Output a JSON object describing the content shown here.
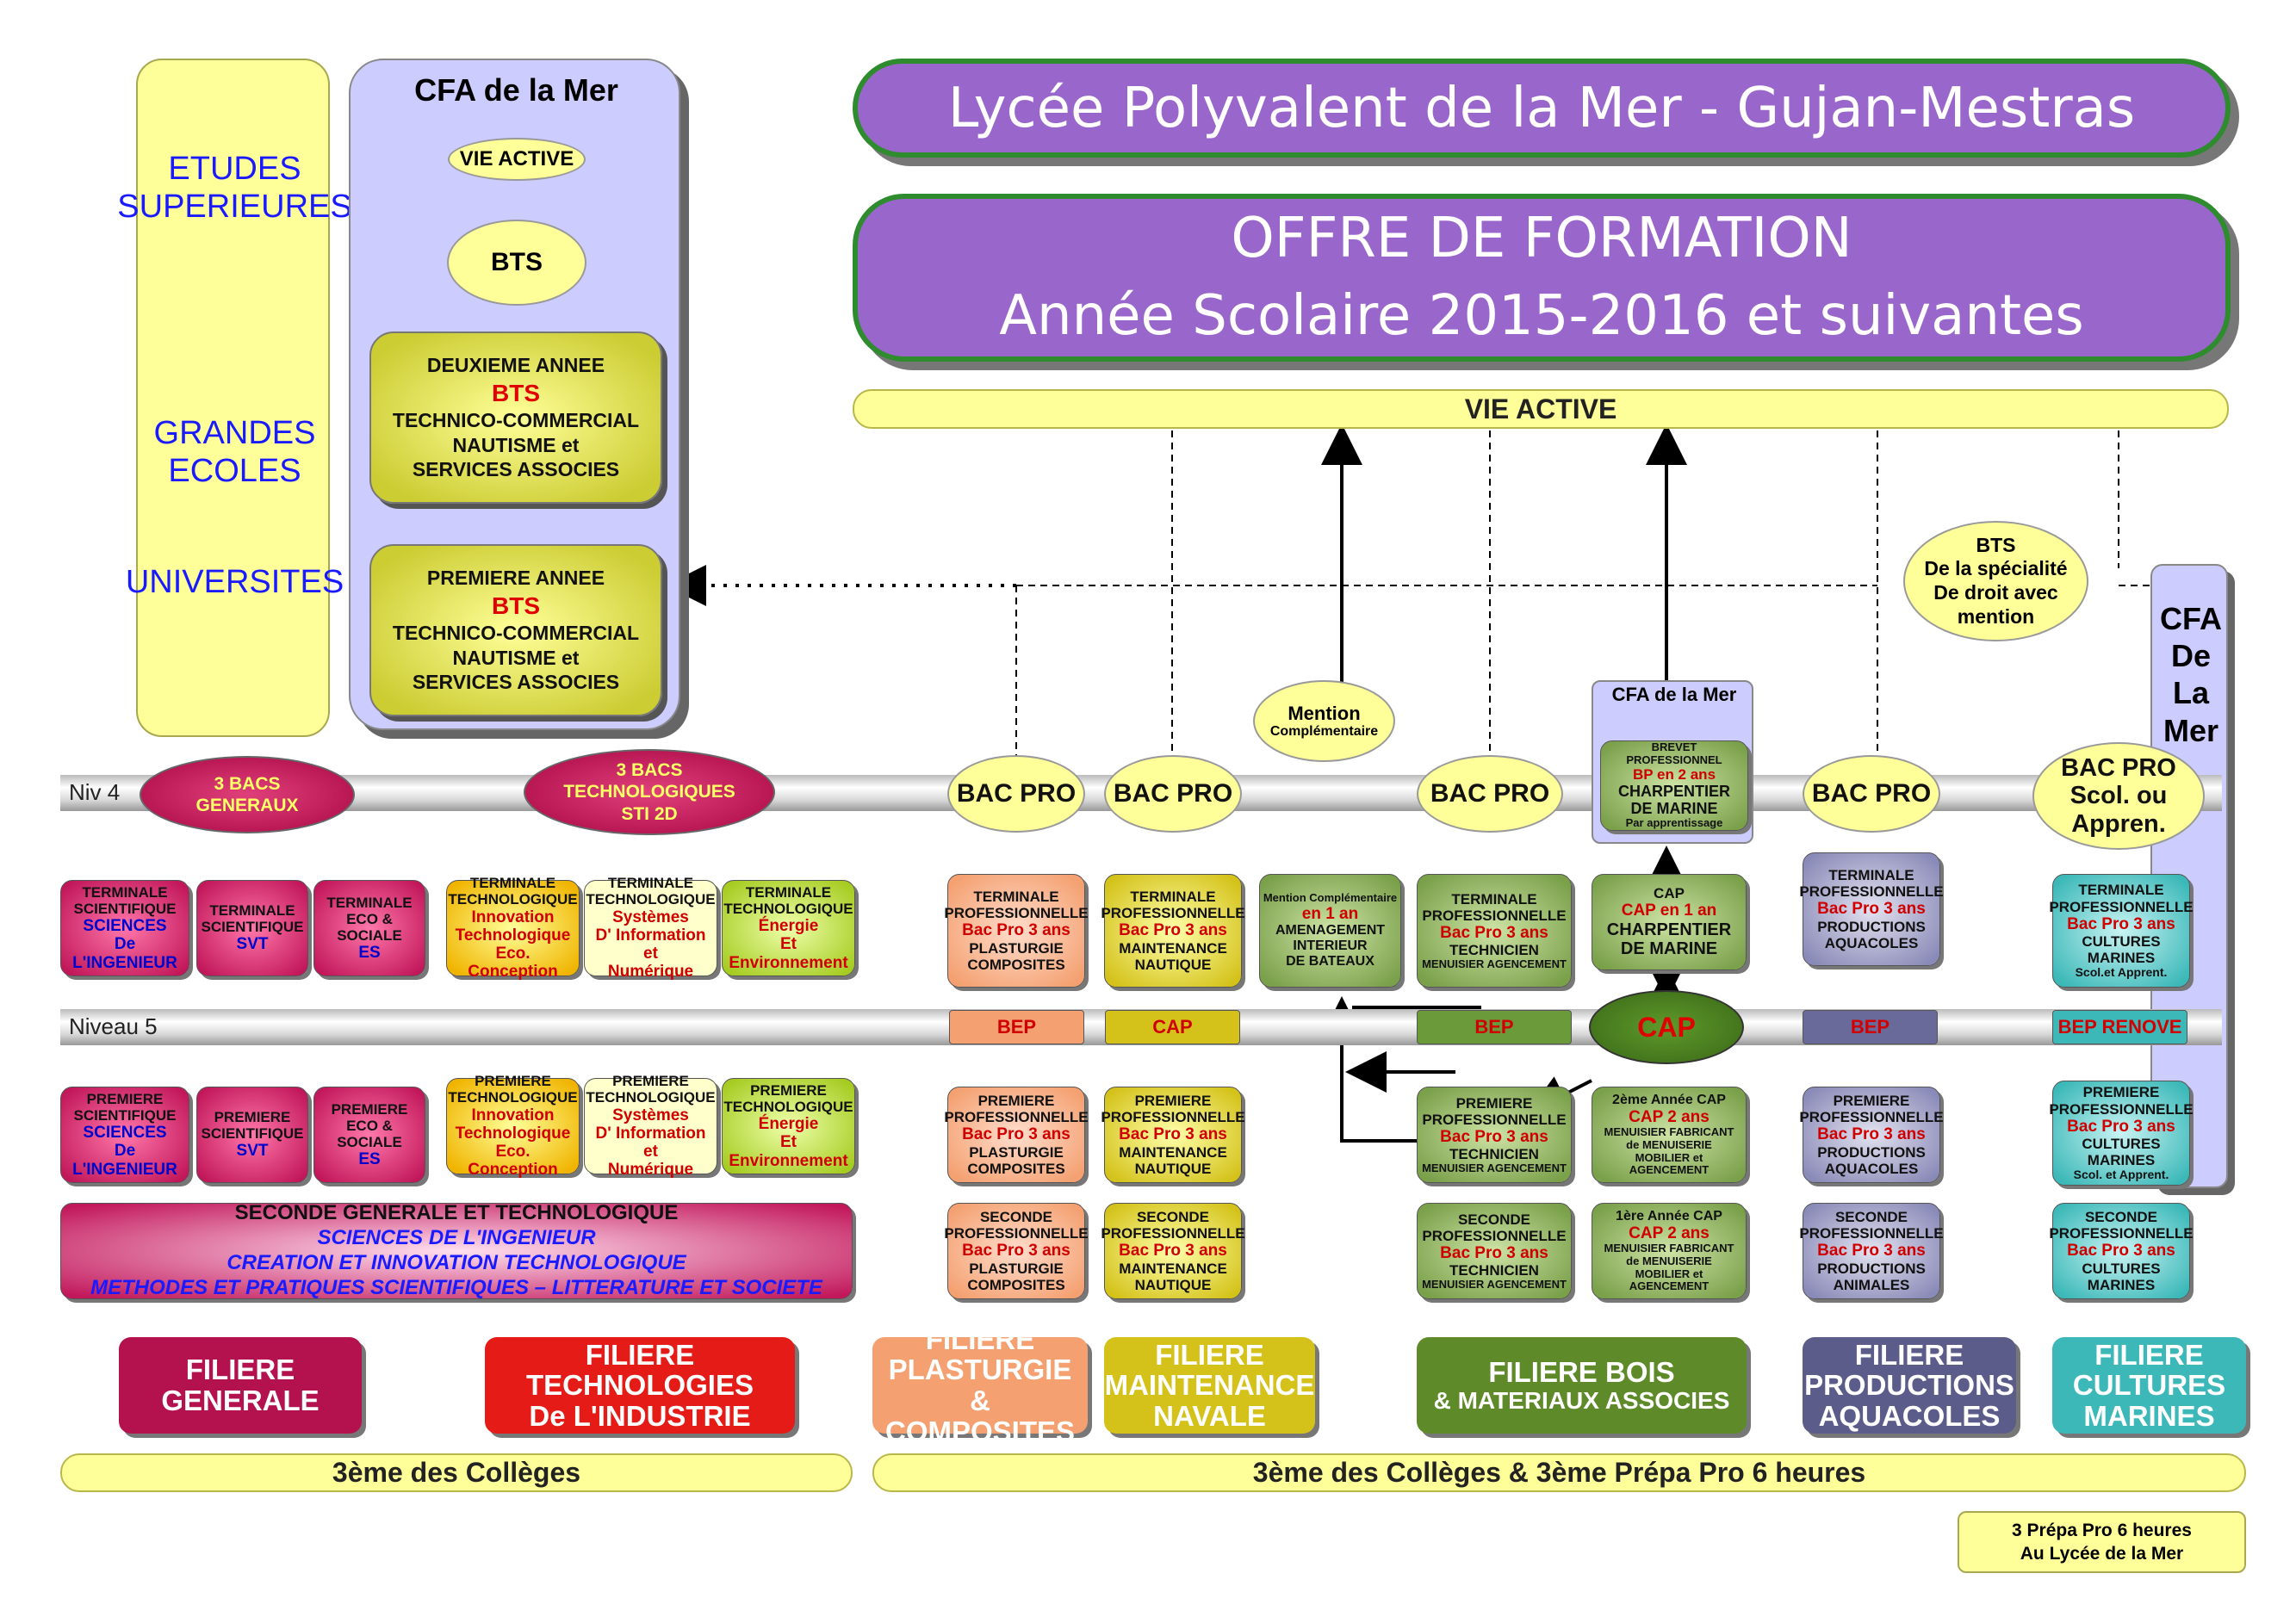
{
  "header": {
    "title": "Lycée Polyvalent de la Mer - Gujan-Mestras",
    "subtitle_line1": "OFFRE DE FORMATION",
    "subtitle_line2": "Année Scolaire 2015-2016 et suivantes"
  },
  "vie_active_top": "VIE ACTIVE",
  "left_column": {
    "etudes": [
      "ETUDES",
      "SUPERIEURES"
    ],
    "grandes": [
      "GRANDES",
      "ECOLES"
    ],
    "universites": "UNIVERSITES"
  },
  "cfa_left": {
    "title": "CFA de la Mer",
    "vie_active": "VIE ACTIVE",
    "bts": "BTS",
    "deuxieme": {
      "line1": "DEUXIEME ANNEE",
      "bts": "BTS",
      "line3": "TECHNICO-COMMERCIAL",
      "line4": "NAUTISME  et",
      "line5": "SERVICES ASSOCIES"
    },
    "premiere": {
      "line1": "PREMIERE ANNEE",
      "bts": "BTS",
      "line3": "TECHNICO-COMMERCIAL",
      "line4": "NAUTISME  et",
      "line5": "SERVICES ASSOCIES"
    }
  },
  "bts_specialite": [
    "BTS",
    "De la spécialité",
    "De droit avec",
    "mention"
  ],
  "cfa_right": [
    "CFA",
    "De",
    "La",
    "Mer"
  ],
  "mention": {
    "line1": "Mention",
    "line2": "Complémentaire"
  },
  "cfa_mid": {
    "title": "CFA de la Mer",
    "line1": "BREVET PROFESSIONNEL",
    "line2": "BP en 2 ans",
    "line3": "CHARPENTIER",
    "line4": "DE MARINE",
    "line5": "Par apprentissage"
  },
  "niv4": {
    "label": "Niv 4",
    "bacs_generaux": [
      "3 BACS",
      "GENERAUX"
    ],
    "bacs_techno": [
      "3 BACS",
      "TECHNOLOGIQUES",
      "STI 2D"
    ],
    "bac_pro": "BAC PRO",
    "bac_pro_scol": [
      "BAC PRO",
      "Scol. ou",
      "Appren."
    ]
  },
  "niv5": {
    "label": "Niveau 5",
    "bep": "BEP",
    "cap": "CAP",
    "bep_renove": "BEP RENOVE"
  },
  "terminales_gen": [
    {
      "l1": "TERMINALE",
      "l2": "SCIENTIFIQUE",
      "l3": "SCIENCES",
      "l4": "De",
      "l5": "L'INGENIEUR"
    },
    {
      "l1": "TERMINALE",
      "l2": "SCIENTIFIQUE",
      "l3": "SVT"
    },
    {
      "l1": "TERMINALE",
      "l2": "ECO & SOCIALE",
      "l3": "ES"
    }
  ],
  "terminales_tech": [
    {
      "l1": "TERMINALE",
      "l2": "TECHNOLOGIQUE",
      "l3": "Innovation",
      "l4": "Technologique",
      "l5": "Eco. Conception"
    },
    {
      "l1": "TERMINALE",
      "l2": "TECHNOLOGIQUE",
      "l3": "Systèmes",
      "l4": "D' Information et",
      "l5": "Numérique"
    },
    {
      "l1": "TERMINALE",
      "l2": "TECHNOLOGIQUE",
      "l3": "Énergie",
      "l4": "Et",
      "l5": "Environnement"
    }
  ],
  "premieres_gen": [
    {
      "l1": "PREMIERE",
      "l2": "SCIENTIFIQUE",
      "l3": "SCIENCES",
      "l4": "De",
      "l5": "L'INGENIEUR"
    },
    {
      "l1": "PREMIERE",
      "l2": "SCIENTIFIQUE",
      "l3": "SVT"
    },
    {
      "l1": "PREMIERE",
      "l2": "ECO & SOCIALE",
      "l3": "ES"
    }
  ],
  "premieres_tech": [
    {
      "l1": "PREMIERE",
      "l2": "TECHNOLOGIQUE",
      "l3": "Innovation",
      "l4": "Technologique",
      "l5": "Eco. Conception"
    },
    {
      "l1": "PREMIERE",
      "l2": "TECHNOLOGIQUE",
      "l3": "Systèmes",
      "l4": "D' Information et",
      "l5": "Numérique"
    },
    {
      "l1": "PREMIERE",
      "l2": "TECHNOLOGIQUE",
      "l3": "Énergie",
      "l4": "Et",
      "l5": "Environnement"
    }
  ],
  "seconde_gt": {
    "l1": "SECONDE GENERALE ET TECHNOLOGIQUE",
    "l2": "SCIENCES DE L'INGENIEUR",
    "l3": "CREATION ET INNOVATION TECHNOLOGIQUE",
    "l4": "METHODES ET PRATIQUES SCIENTIFIQUES – LITTERATURE ET SOCIETE"
  },
  "pro": {
    "plasturgie": {
      "term": [
        "TERMINALE",
        "PROFESSIONNELLE",
        "Bac Pro 3 ans",
        "PLASTURGIE",
        "COMPOSITES"
      ],
      "prem": [
        "PREMIERE",
        "PROFESSIONNELLE",
        "Bac Pro 3 ans",
        "PLASTURGIE",
        "COMPOSITES"
      ],
      "sec": [
        "SECONDE",
        "PROFESSIONNELLE",
        "Bac Pro 3 ans",
        "PLASTURGIE",
        "COMPOSITES"
      ]
    },
    "maintenance": {
      "term": [
        "TERMINALE",
        "PROFESSIONNELLE",
        "Bac Pro 3 ans",
        "MAINTENANCE",
        "NAUTIQUE"
      ],
      "prem": [
        "PREMIERE",
        "PROFESSIONNELLE",
        "Bac Pro 3 ans",
        "MAINTENANCE",
        "NAUTIQUE"
      ],
      "sec": [
        "SECONDE",
        "PROFESSIONNELLE",
        "Bac Pro 3 ans",
        "MAINTENANCE",
        "NAUTIQUE"
      ]
    },
    "mention_comp": [
      "Mention Complémentaire",
      "en 1 an",
      "AMENAGEMENT",
      "INTERIEUR",
      "DE BATEAUX"
    ],
    "bois": {
      "term": [
        "TERMINALE",
        "PROFESSIONNELLE",
        "Bac Pro 3 ans",
        "TECHNICIEN",
        "MENUISIER AGENCEMENT"
      ],
      "prem": [
        "PREMIERE",
        "PROFESSIONNELLE",
        "Bac Pro 3 ans",
        "TECHNICIEN",
        "MENUISIER AGENCEMENT"
      ],
      "sec": [
        "SECONDE",
        "PROFESSIONNELLE",
        "Bac Pro 3 ans",
        "TECHNICIEN",
        "MENUISIER AGENCEMENT"
      ]
    },
    "cap_charp": [
      "CAP",
      "CAP en 1 an",
      "CHARPENTIER",
      "DE MARINE"
    ],
    "cap2": [
      "2ème Année CAP",
      "CAP 2 ans",
      "MENUISIER FABRICANT",
      "de MENUISERIE",
      "MOBILIER et AGENCEMENT"
    ],
    "cap1": [
      "1ère Année CAP",
      "CAP 2 ans",
      "MENUISIER FABRICANT",
      "de MENUISERIE",
      "MOBILIER et AGENCEMENT"
    ],
    "aquacoles": {
      "term": [
        "TERMINALE",
        "PROFESSIONNELLE",
        "Bac Pro 3 ans",
        "PRODUCTIONS",
        "AQUACOLES"
      ],
      "prem": [
        "PREMIERE",
        "PROFESSIONNELLE",
        "Bac Pro 3 ans",
        "PRODUCTIONS",
        "AQUACOLES"
      ],
      "sec": [
        "SECONDE",
        "PROFESSIONNELLE",
        "Bac Pro 3 ans",
        "PRODUCTIONS",
        "ANIMALES"
      ]
    },
    "cultures": {
      "term": [
        "TERMINALE",
        "PROFESSIONNELLE",
        "Bac Pro 3 ans",
        "CULTURES",
        "MARINES",
        "Scol.et Apprent."
      ],
      "prem": [
        "PREMIERE",
        "PROFESSIONNELLE",
        "Bac Pro 3 ans",
        "CULTURES",
        "MARINES",
        "Scol. et Apprent."
      ],
      "sec": [
        "SECONDE",
        "PROFESSIONNELLE",
        "Bac Pro 3 ans",
        "CULTURES",
        "MARINES"
      ]
    }
  },
  "filieres": {
    "generale": [
      "FILIERE",
      "GENERALE"
    ],
    "techno": [
      "FILIERE",
      "TECHNOLOGIES",
      "De L'INDUSTRIE"
    ],
    "plasturgie": [
      "FILIERE",
      "PLASTURGIE",
      "& COMPOSITES"
    ],
    "maintenance": [
      "FILIERE",
      "MAINTENANCE",
      "NAVALE"
    ],
    "bois": [
      "FILIERE BOIS",
      "& MATERIAUX ASSOCIES"
    ],
    "aquacoles": [
      "FILIERE",
      "PRODUCTIONS",
      "AQUACOLES"
    ],
    "cultures": [
      "FILIERE",
      "CULTURES",
      "MARINES"
    ]
  },
  "footer": {
    "left": "3ème des Collèges",
    "right": "3ème des Collèges & 3ème Prépa Pro 6 heures",
    "note": [
      "3 Prépa Pro 6 heures",
      "Au Lycée de la Mer"
    ]
  },
  "colors": {
    "title_fill": "#9966cc",
    "title_border": "#2e8b2e",
    "rail": "#ffff99",
    "cfa": "#ccccff",
    "generale": "#b3124f",
    "techno": "#e41b17",
    "plasturgie": "#f4a070",
    "maintenance": "#d4c21a",
    "bois": "#5f8a2a",
    "aquacoles": "#5c5c8a",
    "cultures": "#3cb8b8"
  }
}
